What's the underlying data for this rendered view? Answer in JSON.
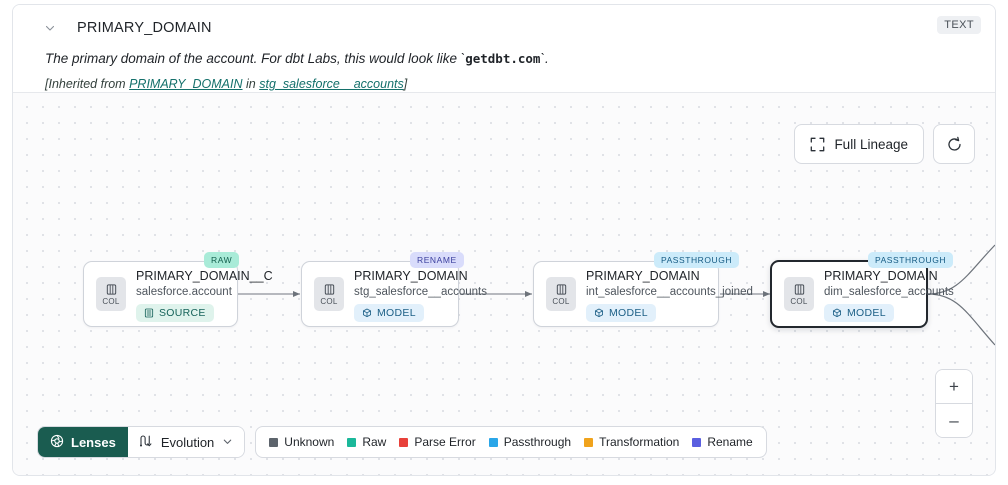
{
  "header": {
    "collapse_icon": "chevron-down-icon",
    "title": "PRIMARY_DOMAIN",
    "type_badge": "TEXT",
    "description_before": "The primary domain of the account. For dbt Labs, this would look like `",
    "description_code": "getdbt.com",
    "description_after": "`.",
    "inherited_prefix": "[Inherited from ",
    "inherited_column": "PRIMARY_DOMAIN",
    "inherited_middle": " in ",
    "inherited_model": "stg_salesforce__accounts",
    "inherited_suffix": "]"
  },
  "toolbar": {
    "full_lineage_label": "Full Lineage",
    "full_lineage_icon": "expand-icon",
    "refresh_icon": "refresh-icon"
  },
  "graph": {
    "nodes": [
      {
        "tag": "RAW",
        "tag_class": "raw",
        "col_label": "COL",
        "title": "PRIMARY_DOMAIN__C",
        "subtitle": "salesforce.account",
        "badge": "SOURCE",
        "badge_class": "source",
        "badge_icon": "database-icon",
        "selected": false
      },
      {
        "tag": "RENAME",
        "tag_class": "rename",
        "col_label": "COL",
        "title": "PRIMARY_DOMAIN",
        "subtitle": "stg_salesforce__accounts",
        "badge": "MODEL",
        "badge_class": "model",
        "badge_icon": "cube-icon",
        "selected": false
      },
      {
        "tag": "PASSTHROUGH",
        "tag_class": "passthrough",
        "col_label": "COL",
        "title": "PRIMARY_DOMAIN",
        "subtitle": "int_salesforce__accounts_joined",
        "badge": "MODEL",
        "badge_class": "model",
        "badge_icon": "cube-icon",
        "selected": false
      },
      {
        "tag": "PASSTHROUGH",
        "tag_class": "passthrough",
        "col_label": "COL",
        "title": "PRIMARY_DOMAIN",
        "subtitle": "dim_salesforce_accounts",
        "badge": "MODEL",
        "badge_class": "model",
        "badge_icon": "cube-icon",
        "selected": true
      }
    ]
  },
  "bottom_bar": {
    "lenses_label": "Lenses",
    "lenses_icon": "lens-icon",
    "lenses_color": "#1a5c50",
    "evolution_label": "Evolution",
    "evolution_icon": "evolution-icon",
    "evolution_chevron": "chevron-down-icon"
  },
  "legend": {
    "items": [
      {
        "label": "Unknown",
        "color": "#5d646c"
      },
      {
        "label": "Raw",
        "color": "#1bb89a"
      },
      {
        "label": "Parse Error",
        "color": "#e8413a"
      },
      {
        "label": "Passthrough",
        "color": "#2aa6e8"
      },
      {
        "label": "Transformation",
        "color": "#f0a31c"
      },
      {
        "label": "Rename",
        "color": "#5a5fe0"
      }
    ]
  },
  "zoom_controls": {
    "zoom_in_label": "+",
    "zoom_out_label": "–"
  }
}
